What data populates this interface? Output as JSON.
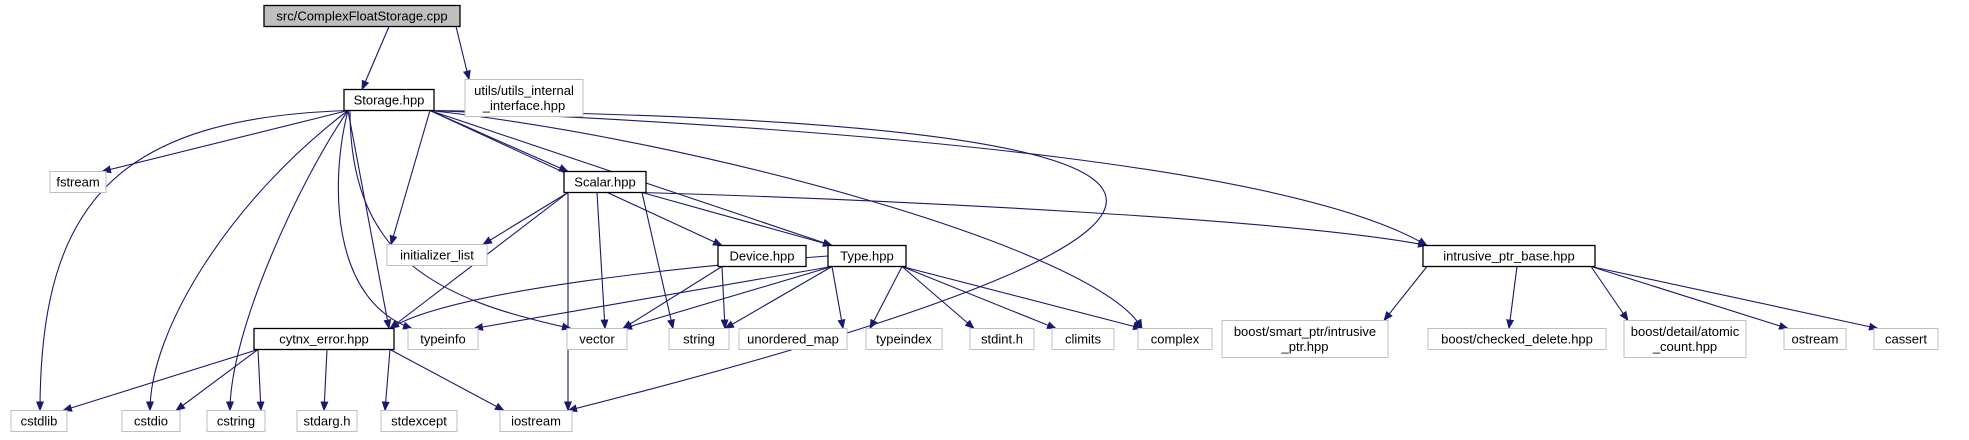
{
  "colors": {
    "edge": "#191970",
    "root_fill": "#bfbfbf",
    "box_stroke_documented": "#000000",
    "box_stroke_external": "#bfbfbf",
    "text": "#000000"
  },
  "nodes": {
    "complexfloatstorage": {
      "lines": [
        "src/ComplexFloatStorage.cpp"
      ],
      "kind": "root"
    },
    "storage": {
      "lines": [
        "Storage.hpp"
      ],
      "kind": "documented"
    },
    "utils_internal": {
      "lines": [
        "utils/utils_internal",
        "_interface.hpp"
      ],
      "kind": "external"
    },
    "fstream": {
      "lines": [
        "fstream"
      ],
      "kind": "external"
    },
    "scalar": {
      "lines": [
        "Scalar.hpp"
      ],
      "kind": "documented"
    },
    "initializer_list": {
      "lines": [
        "initializer_list"
      ],
      "kind": "external"
    },
    "device": {
      "lines": [
        "Device.hpp"
      ],
      "kind": "documented"
    },
    "type": {
      "lines": [
        "Type.hpp"
      ],
      "kind": "documented"
    },
    "intrusive_ptr_base": {
      "lines": [
        "intrusive_ptr_base.hpp"
      ],
      "kind": "documented"
    },
    "cytnx_error": {
      "lines": [
        "cytnx_error.hpp"
      ],
      "kind": "documented"
    },
    "typeinfo": {
      "lines": [
        "typeinfo"
      ],
      "kind": "external"
    },
    "vector": {
      "lines": [
        "vector"
      ],
      "kind": "external"
    },
    "string": {
      "lines": [
        "string"
      ],
      "kind": "external"
    },
    "unordered_map": {
      "lines": [
        "unordered_map"
      ],
      "kind": "external"
    },
    "typeindex": {
      "lines": [
        "typeindex"
      ],
      "kind": "external"
    },
    "stdint": {
      "lines": [
        "stdint.h"
      ],
      "kind": "external"
    },
    "climits": {
      "lines": [
        "climits"
      ],
      "kind": "external"
    },
    "complex": {
      "lines": [
        "complex"
      ],
      "kind": "external"
    },
    "smart_ptr": {
      "lines": [
        "boost/smart_ptr/intrusive",
        "_ptr.hpp"
      ],
      "kind": "external"
    },
    "checked_delete": {
      "lines": [
        "boost/checked_delete.hpp"
      ],
      "kind": "external"
    },
    "atomic_count": {
      "lines": [
        "boost/detail/atomic",
        "_count.hpp"
      ],
      "kind": "external"
    },
    "ostream": {
      "lines": [
        "ostream"
      ],
      "kind": "external"
    },
    "cassert": {
      "lines": [
        "cassert"
      ],
      "kind": "external"
    },
    "cstdlib": {
      "lines": [
        "cstdlib"
      ],
      "kind": "external"
    },
    "cstdio": {
      "lines": [
        "cstdio"
      ],
      "kind": "external"
    },
    "cstring": {
      "lines": [
        "cstring"
      ],
      "kind": "external"
    },
    "stdarg": {
      "lines": [
        "stdarg.h"
      ],
      "kind": "external"
    },
    "stdexcept": {
      "lines": [
        "stdexcept"
      ],
      "kind": "external"
    },
    "iostream": {
      "lines": [
        "iostream"
      ],
      "kind": "external"
    }
  },
  "edges": [
    [
      "complexfloatstorage",
      "storage"
    ],
    [
      "complexfloatstorage",
      "utils_internal"
    ],
    [
      "storage",
      "fstream"
    ],
    [
      "storage",
      "scalar"
    ],
    [
      "storage",
      "initializer_list"
    ],
    [
      "storage",
      "device"
    ],
    [
      "storage",
      "type"
    ],
    [
      "storage",
      "intrusive_ptr_base"
    ],
    [
      "storage",
      "cytnx_error"
    ],
    [
      "storage",
      "typeinfo"
    ],
    [
      "storage",
      "vector"
    ],
    [
      "storage",
      "complex"
    ],
    [
      "storage",
      "cstdlib"
    ],
    [
      "storage",
      "cstdio"
    ],
    [
      "storage",
      "cstring"
    ],
    [
      "storage",
      "iostream"
    ],
    [
      "scalar",
      "initializer_list"
    ],
    [
      "scalar",
      "type"
    ],
    [
      "scalar",
      "intrusive_ptr_base"
    ],
    [
      "scalar",
      "cytnx_error"
    ],
    [
      "scalar",
      "vector"
    ],
    [
      "scalar",
      "string"
    ],
    [
      "scalar",
      "iostream"
    ],
    [
      "device",
      "vector"
    ],
    [
      "device",
      "string"
    ],
    [
      "type",
      "cytnx_error"
    ],
    [
      "type",
      "typeinfo"
    ],
    [
      "type",
      "vector"
    ],
    [
      "type",
      "string"
    ],
    [
      "type",
      "unordered_map"
    ],
    [
      "type",
      "typeindex"
    ],
    [
      "type",
      "stdint"
    ],
    [
      "type",
      "climits"
    ],
    [
      "type",
      "complex"
    ],
    [
      "intrusive_ptr_base",
      "smart_ptr"
    ],
    [
      "intrusive_ptr_base",
      "checked_delete"
    ],
    [
      "intrusive_ptr_base",
      "atomic_count"
    ],
    [
      "intrusive_ptr_base",
      "ostream"
    ],
    [
      "intrusive_ptr_base",
      "cassert"
    ],
    [
      "cytnx_error",
      "cstdlib"
    ],
    [
      "cytnx_error",
      "cstdio"
    ],
    [
      "cytnx_error",
      "cstring"
    ],
    [
      "cytnx_error",
      "stdarg"
    ],
    [
      "cytnx_error",
      "stdexcept"
    ],
    [
      "cytnx_error",
      "iostream"
    ]
  ]
}
